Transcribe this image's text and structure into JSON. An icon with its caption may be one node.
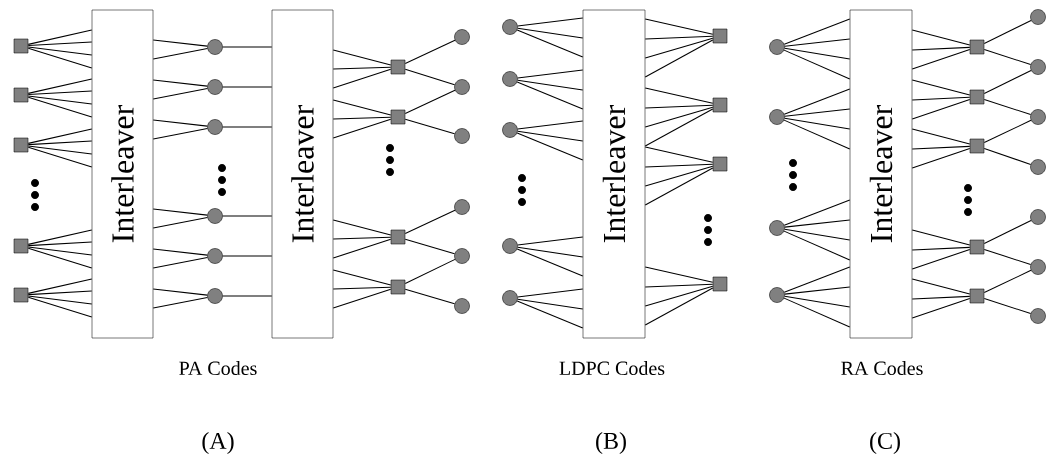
{
  "diagram": {
    "nodes": [
      {
        "text": [],
        "shape": "box"
      },
      {
        "text": [],
        "shape": "box"
      },
      {
        "text": [],
        "shape": "box"
      },
      {
        "text": [],
        "shape": "box"
      },
      {
        "text": [],
        "shape": "box"
      },
      {
        "text": [
          "Interleaver"
        ]
      },
      {
        "text": [],
        "shape": "circle"
      },
      {
        "text": [],
        "shape": "circle"
      },
      {
        "text": [],
        "shape": "circle"
      },
      {
        "text": [],
        "shape": "circle"
      },
      {
        "text": [],
        "shape": "circle"
      },
      {
        "text": [],
        "shape": "circle"
      },
      {
        "text": [
          "Interleaver"
        ]
      },
      {
        "text": [],
        "shape": "box"
      },
      {
        "text": [],
        "shape": "box"
      },
      {
        "text": [],
        "shape": "box"
      },
      {
        "text": [],
        "shape": "box"
      },
      {
        "text": [],
        "shape": "circle"
      },
      {
        "text": [],
        "shape": "circle"
      },
      {
        "text": [],
        "shape": "circle"
      },
      {
        "text": [],
        "shape": "circle"
      },
      {
        "text": [],
        "shape": "circle"
      },
      {
        "text": [],
        "shape": "circle"
      },
      {
        "text": [],
        "shape": "circle"
      },
      {
        "text": [],
        "shape": "circle"
      },
      {
        "text": [],
        "shape": "circle"
      },
      {
        "text": [],
        "shape": "circle"
      },
      {
        "text": [],
        "shape": "circle"
      },
      {
        "text": [
          "Interleaver"
        ]
      },
      {
        "text": [],
        "shape": "box"
      },
      {
        "text": [],
        "shape": "box"
      },
      {
        "text": [],
        "shape": "box"
      },
      {
        "text": [],
        "shape": "box"
      },
      {
        "text": [],
        "shape": "circle"
      },
      {
        "text": [],
        "shape": "circle"
      },
      {
        "text": [],
        "shape": "circle"
      },
      {
        "text": [],
        "shape": "circle"
      },
      {
        "text": [
          "Interleaver"
        ]
      },
      {
        "text": [],
        "shape": "box"
      },
      {
        "text": [],
        "shape": "box"
      },
      {
        "text": [],
        "shape": "box"
      },
      {
        "text": [],
        "shape": "box"
      },
      {
        "text": [],
        "shape": "box"
      },
      {
        "text": [],
        "shape": "circle"
      },
      {
        "text": [],
        "shape": "circle"
      },
      {
        "text": [],
        "shape": "circle"
      },
      {
        "text": [],
        "shape": "circle"
      },
      {
        "text": [],
        "shape": "circle"
      },
      {
        "text": [],
        "shape": "circle"
      },
      {
        "text": [],
        "shape": "circle"
      }
    ],
    "edges": [
      {
        "from": 0,
        "to": 5,
        "arrow": "none"
      },
      {
        "from": 0,
        "to": 5,
        "arrow": "none"
      },
      {
        "from": 0,
        "to": 5,
        "arrow": "none"
      },
      {
        "from": 0,
        "to": 5,
        "arrow": "none"
      },
      {
        "from": 1,
        "to": 5,
        "arrow": "none"
      },
      {
        "from": 1,
        "to": 5,
        "arrow": "none"
      },
      {
        "from": 1,
        "to": 5,
        "arrow": "none"
      },
      {
        "from": 1,
        "to": 5,
        "arrow": "none"
      },
      {
        "from": 2,
        "to": 5,
        "arrow": "none"
      },
      {
        "from": 2,
        "to": 5,
        "arrow": "none"
      },
      {
        "from": 2,
        "to": 5,
        "arrow": "none"
      },
      {
        "from": 2,
        "to": 5,
        "arrow": "none"
      },
      {
        "from": 3,
        "to": 5,
        "arrow": "none"
      },
      {
        "from": 3,
        "to": 5,
        "arrow": "none"
      },
      {
        "from": 3,
        "to": 5,
        "arrow": "none"
      },
      {
        "from": 3,
        "to": 5,
        "arrow": "none"
      },
      {
        "from": 4,
        "to": 5,
        "arrow": "none"
      },
      {
        "from": 4,
        "to": 5,
        "arrow": "none"
      },
      {
        "from": 4,
        "to": 5,
        "arrow": "none"
      },
      {
        "from": 4,
        "to": 5,
        "arrow": "none"
      },
      {
        "from": 6,
        "to": 5,
        "arrow": "none"
      },
      {
        "from": 6,
        "to": 5,
        "arrow": "none"
      },
      {
        "from": 7,
        "to": 5,
        "arrow": "none"
      },
      {
        "from": 7,
        "to": 5,
        "arrow": "none"
      },
      {
        "from": 8,
        "to": 5,
        "arrow": "none"
      },
      {
        "from": 8,
        "to": 5,
        "arrow": "none"
      },
      {
        "from": 9,
        "to": 5,
        "arrow": "none"
      },
      {
        "from": 9,
        "to": 5,
        "arrow": "none"
      },
      {
        "from": 10,
        "to": 5,
        "arrow": "none"
      },
      {
        "from": 10,
        "to": 5,
        "arrow": "none"
      },
      {
        "from": 11,
        "to": 5,
        "arrow": "none"
      },
      {
        "from": 11,
        "to": 5,
        "arrow": "none"
      },
      {
        "from": 6,
        "to": 12,
        "arrow": "none"
      },
      {
        "from": 7,
        "to": 12,
        "arrow": "none"
      },
      {
        "from": 8,
        "to": 12,
        "arrow": "none"
      },
      {
        "from": 9,
        "to": 12,
        "arrow": "none"
      },
      {
        "from": 10,
        "to": 12,
        "arrow": "none"
      },
      {
        "from": 11,
        "to": 12,
        "arrow": "none"
      },
      {
        "from": 13,
        "to": 12,
        "arrow": "none"
      },
      {
        "from": 13,
        "to": 12,
        "arrow": "none"
      },
      {
        "from": 13,
        "to": 12,
        "arrow": "none"
      },
      {
        "from": 14,
        "to": 12,
        "arrow": "none"
      },
      {
        "from": 14,
        "to": 12,
        "arrow": "none"
      },
      {
        "from": 14,
        "to": 12,
        "arrow": "none"
      },
      {
        "from": 15,
        "to": 12,
        "arrow": "none"
      },
      {
        "from": 15,
        "to": 12,
        "arrow": "none"
      },
      {
        "from": 15,
        "to": 12,
        "arrow": "none"
      },
      {
        "from": 16,
        "to": 12,
        "arrow": "none"
      },
      {
        "from": 16,
        "to": 12,
        "arrow": "none"
      },
      {
        "from": 16,
        "to": 12,
        "arrow": "none"
      },
      {
        "from": 13,
        "to": 17,
        "arrow": "none"
      },
      {
        "from": 13,
        "to": 18,
        "arrow": "none"
      },
      {
        "from": 14,
        "to": 18,
        "arrow": "none"
      },
      {
        "from": 14,
        "to": 19,
        "arrow": "none"
      },
      {
        "from": 15,
        "to": 20,
        "arrow": "none"
      },
      {
        "from": 15,
        "to": 21,
        "arrow": "none"
      },
      {
        "from": 16,
        "to": 21,
        "arrow": "none"
      },
      {
        "from": 16,
        "to": 22,
        "arrow": "none"
      },
      {
        "from": 23,
        "to": 28,
        "arrow": "none"
      },
      {
        "from": 23,
        "to": 28,
        "arrow": "none"
      },
      {
        "from": 23,
        "to": 28,
        "arrow": "none"
      },
      {
        "from": 24,
        "to": 28,
        "arrow": "none"
      },
      {
        "from": 24,
        "to": 28,
        "arrow": "none"
      },
      {
        "from": 24,
        "to": 28,
        "arrow": "none"
      },
      {
        "from": 25,
        "to": 28,
        "arrow": "none"
      },
      {
        "from": 25,
        "to": 28,
        "arrow": "none"
      },
      {
        "from": 25,
        "to": 28,
        "arrow": "none"
      },
      {
        "from": 26,
        "to": 28,
        "arrow": "none"
      },
      {
        "from": 26,
        "to": 28,
        "arrow": "none"
      },
      {
        "from": 26,
        "to": 28,
        "arrow": "none"
      },
      {
        "from": 27,
        "to": 28,
        "arrow": "none"
      },
      {
        "from": 27,
        "to": 28,
        "arrow": "none"
      },
      {
        "from": 27,
        "to": 28,
        "arrow": "none"
      },
      {
        "from": 29,
        "to": 28,
        "arrow": "none"
      },
      {
        "from": 29,
        "to": 28,
        "arrow": "none"
      },
      {
        "from": 29,
        "to": 28,
        "arrow": "none"
      },
      {
        "from": 29,
        "to": 28,
        "arrow": "none"
      },
      {
        "from": 30,
        "to": 28,
        "arrow": "none"
      },
      {
        "from": 30,
        "to": 28,
        "arrow": "none"
      },
      {
        "from": 30,
        "to": 28,
        "arrow": "none"
      },
      {
        "from": 30,
        "to": 28,
        "arrow": "none"
      },
      {
        "from": 31,
        "to": 28,
        "arrow": "none"
      },
      {
        "from": 31,
        "to": 28,
        "arrow": "none"
      },
      {
        "from": 31,
        "to": 28,
        "arrow": "none"
      },
      {
        "from": 31,
        "to": 28,
        "arrow": "none"
      },
      {
        "from": 32,
        "to": 28,
        "arrow": "none"
      },
      {
        "from": 32,
        "to": 28,
        "arrow": "none"
      },
      {
        "from": 32,
        "to": 28,
        "arrow": "none"
      },
      {
        "from": 32,
        "to": 28,
        "arrow": "none"
      },
      {
        "from": 33,
        "to": 37,
        "arrow": "none"
      },
      {
        "from": 33,
        "to": 37,
        "arrow": "none"
      },
      {
        "from": 33,
        "to": 37,
        "arrow": "none"
      },
      {
        "from": 33,
        "to": 37,
        "arrow": "none"
      },
      {
        "from": 34,
        "to": 37,
        "arrow": "none"
      },
      {
        "from": 34,
        "to": 37,
        "arrow": "none"
      },
      {
        "from": 34,
        "to": 37,
        "arrow": "none"
      },
      {
        "from": 34,
        "to": 37,
        "arrow": "none"
      },
      {
        "from": 35,
        "to": 37,
        "arrow": "none"
      },
      {
        "from": 35,
        "to": 37,
        "arrow": "none"
      },
      {
        "from": 35,
        "to": 37,
        "arrow": "none"
      },
      {
        "from": 35,
        "to": 37,
        "arrow": "none"
      },
      {
        "from": 36,
        "to": 37,
        "arrow": "none"
      },
      {
        "from": 36,
        "to": 37,
        "arrow": "none"
      },
      {
        "from": 36,
        "to": 37,
        "arrow": "none"
      },
      {
        "from": 36,
        "to": 37,
        "arrow": "none"
      },
      {
        "from": 38,
        "to": 37,
        "arrow": "none"
      },
      {
        "from": 38,
        "to": 37,
        "arrow": "none"
      },
      {
        "from": 38,
        "to": 37,
        "arrow": "none"
      },
      {
        "from": 39,
        "to": 37,
        "arrow": "none"
      },
      {
        "from": 39,
        "to": 37,
        "arrow": "none"
      },
      {
        "from": 39,
        "to": 37,
        "arrow": "none"
      },
      {
        "from": 40,
        "to": 37,
        "arrow": "none"
      },
      {
        "from": 40,
        "to": 37,
        "arrow": "none"
      },
      {
        "from": 40,
        "to": 37,
        "arrow": "none"
      },
      {
        "from": 41,
        "to": 37,
        "arrow": "none"
      },
      {
        "from": 41,
        "to": 37,
        "arrow": "none"
      },
      {
        "from": 41,
        "to": 37,
        "arrow": "none"
      },
      {
        "from": 42,
        "to": 37,
        "arrow": "none"
      },
      {
        "from": 42,
        "to": 37,
        "arrow": "none"
      },
      {
        "from": 42,
        "to": 37,
        "arrow": "none"
      },
      {
        "from": 38,
        "to": 43,
        "arrow": "none"
      },
      {
        "from": 38,
        "to": 44,
        "arrow": "none"
      },
      {
        "from": 39,
        "to": 44,
        "arrow": "none"
      },
      {
        "from": 39,
        "to": 45,
        "arrow": "none"
      },
      {
        "from": 40,
        "to": 45,
        "arrow": "none"
      },
      {
        "from": 40,
        "to": 46,
        "arrow": "none"
      },
      {
        "from": 41,
        "to": 47,
        "arrow": "none"
      },
      {
        "from": 41,
        "to": 48,
        "arrow": "none"
      },
      {
        "from": 42,
        "to": 48,
        "arrow": "none"
      },
      {
        "from": 42,
        "to": 49,
        "arrow": "none"
      }
    ],
    "labels": [
      "PA Codes",
      "LDPC Codes",
      "RA Codes",
      "(A)",
      "(B)",
      "(C)"
    ]
  }
}
